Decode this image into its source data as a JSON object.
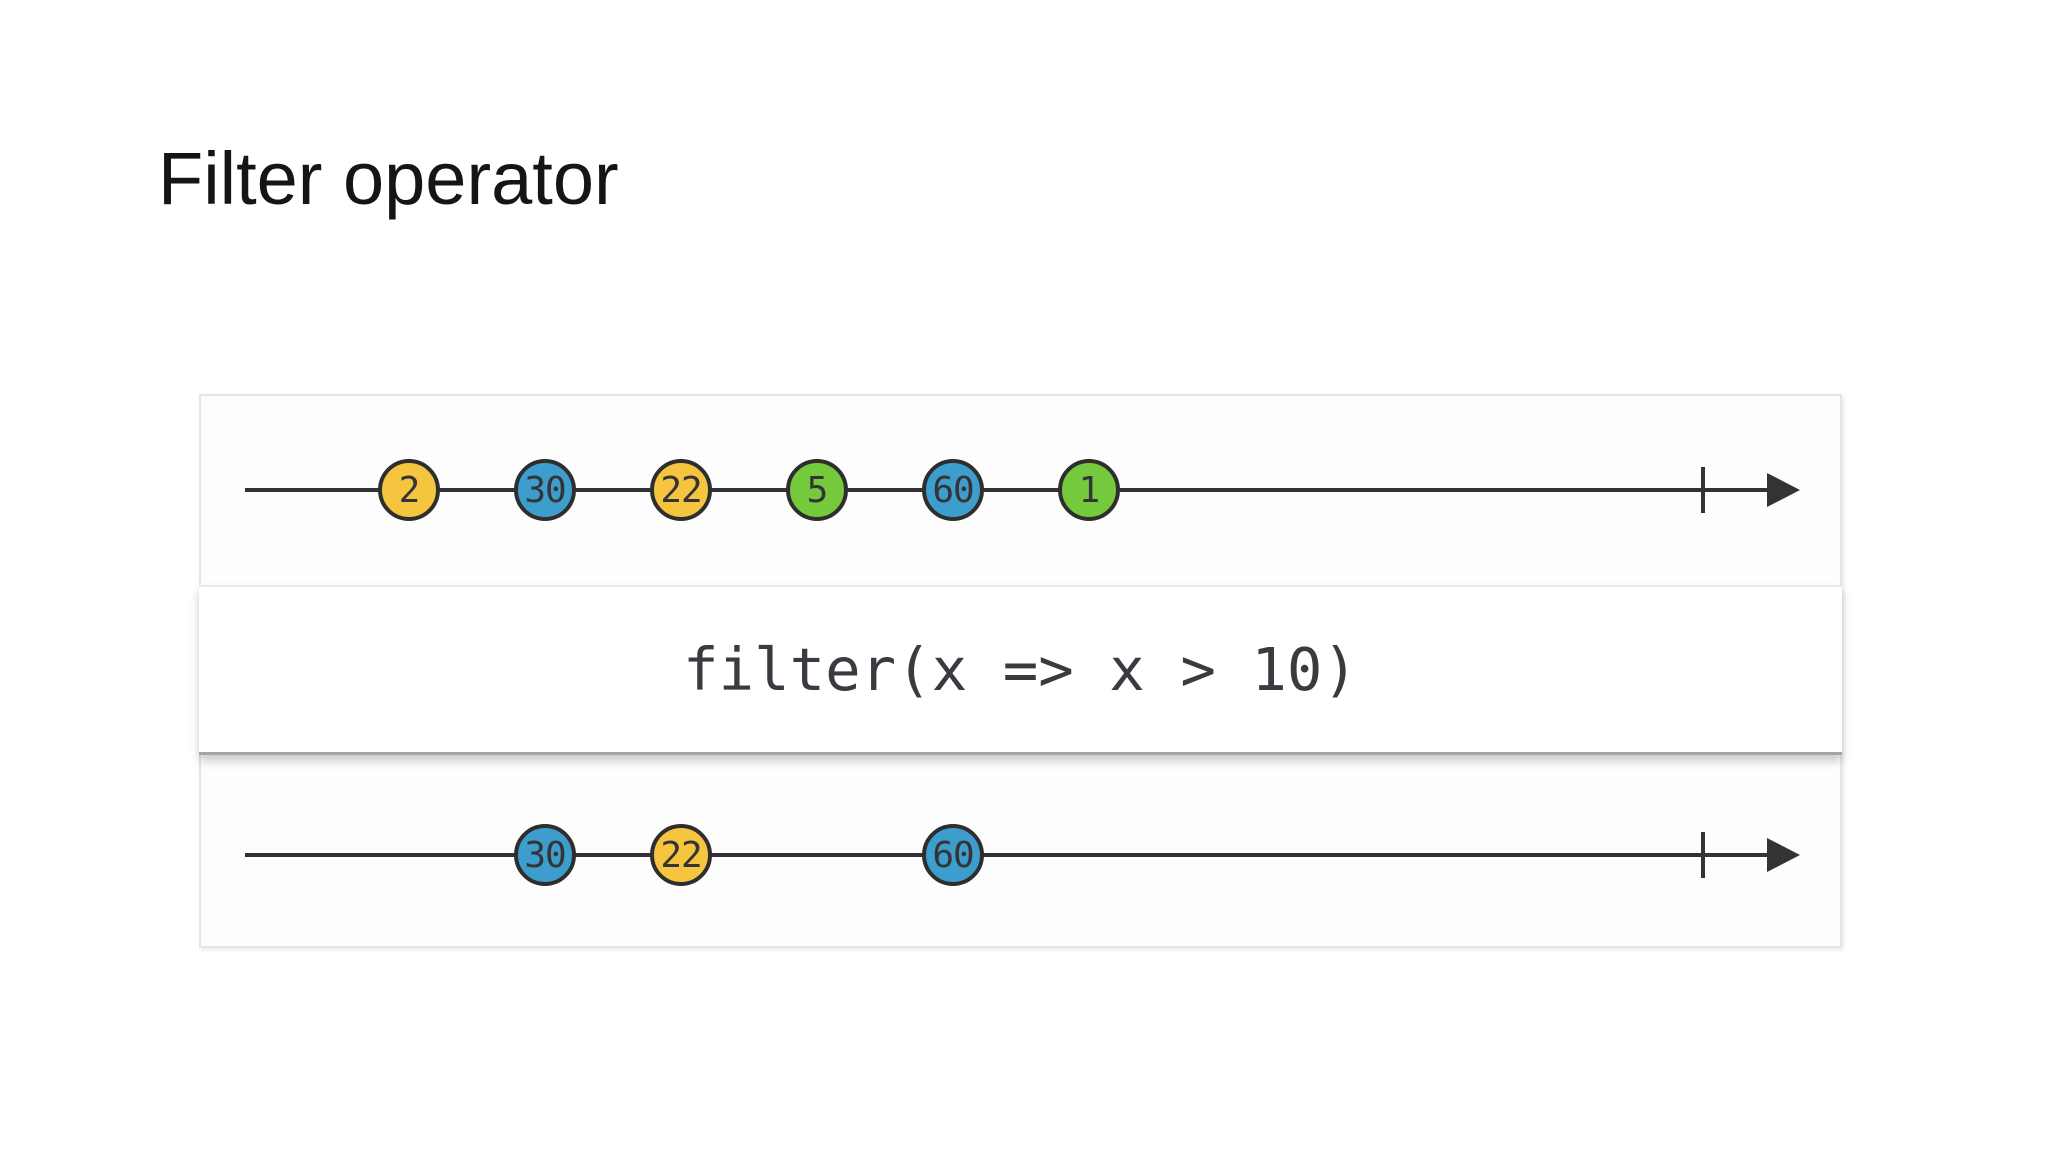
{
  "slide": {
    "title": "Filter operator"
  },
  "diagram": {
    "operator_code": "filter(x => x > 10)",
    "colors": {
      "marble_yellow": "#f5c540",
      "marble_blue": "#3d9ecd",
      "marble_green": "#74c93c",
      "marble_border": "#2e2e2e",
      "timeline": "#333333"
    },
    "input_stream": {
      "marbles": [
        {
          "value": "2",
          "color": "yellow"
        },
        {
          "value": "30",
          "color": "blue"
        },
        {
          "value": "22",
          "color": "yellow"
        },
        {
          "value": "5",
          "color": "green"
        },
        {
          "value": "60",
          "color": "blue"
        },
        {
          "value": "1",
          "color": "green"
        }
      ]
    },
    "output_stream": {
      "marbles": [
        {
          "value": "30",
          "color": "blue"
        },
        {
          "value": "22",
          "color": "yellow"
        },
        {
          "value": "60",
          "color": "blue"
        }
      ]
    }
  }
}
